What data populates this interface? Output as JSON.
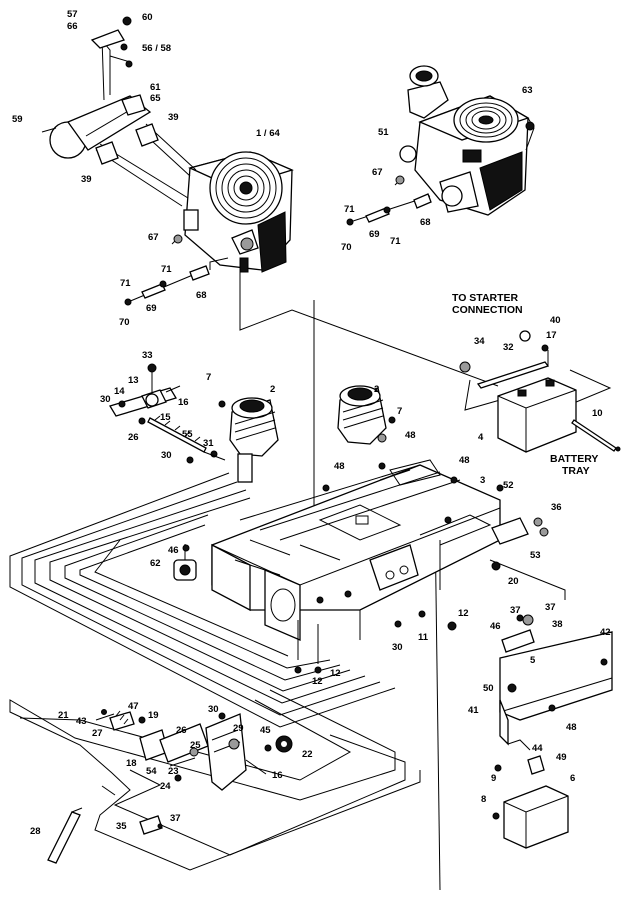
{
  "callouts": {
    "c57_66": [
      "57",
      "66"
    ],
    "c60": "60",
    "c56_58": "56 / 58",
    "c61_65": [
      "61",
      "65"
    ],
    "c59": "59",
    "c39a": "39",
    "c39b": "39",
    "c1_64": "1 / 64",
    "c67a": "67",
    "c71a": "71",
    "c71b": "71",
    "c69a": "69",
    "c70a": "70",
    "c68a": "68",
    "c63": "63",
    "c51": "51",
    "c67b": "67",
    "c71c": "71",
    "c69b": "69",
    "c71d": "71",
    "c68b": "68",
    "c70b": "70",
    "c33": "33",
    "c7a": "7",
    "c2a": "2",
    "c2b": "2",
    "c7b": "7",
    "c13": "13",
    "c14": "14",
    "c16a": "16",
    "c30a": "30",
    "c15": "15",
    "c26a": "26",
    "c55": "55",
    "c31": "31",
    "c30b": "30",
    "c48a": "48",
    "c48b": "48",
    "c48c": "48",
    "c3": "3",
    "c52": "52",
    "c36": "36",
    "c53": "53",
    "c20": "20",
    "c46a": "46",
    "c62": "62",
    "c12a": "12",
    "c11": "11",
    "c30c": "30",
    "c12b": "12",
    "c12c": "12",
    "c37a": "37",
    "c37b": "37",
    "c46b": "46",
    "c38": "38",
    "c5": "5",
    "c42": "42",
    "c50": "50",
    "c41": "41",
    "c48d": "48",
    "c44": "44",
    "c49": "49",
    "c9": "9",
    "c6": "6",
    "c8": "8",
    "c34": "34",
    "c32": "32",
    "c40": "40",
    "c17": "17",
    "c10": "10",
    "c4": "4",
    "c21": "21",
    "c43a": "43",
    "c47": "47",
    "c19": "19",
    "c30d": "30",
    "c29": "29",
    "c27": "27",
    "c26b": "26",
    "c45": "45",
    "c18": "18",
    "c25": "25",
    "c22": "22",
    "c54": "54",
    "c23": "23",
    "c16b": "16",
    "c24": "24",
    "c28": "28",
    "c35": "35",
    "c37c": "37"
  },
  "notes": {
    "to_starter": [
      "TO STARTER",
      "CONNECTION"
    ],
    "battery_tray": [
      "BATTERY",
      "TRAY"
    ]
  }
}
